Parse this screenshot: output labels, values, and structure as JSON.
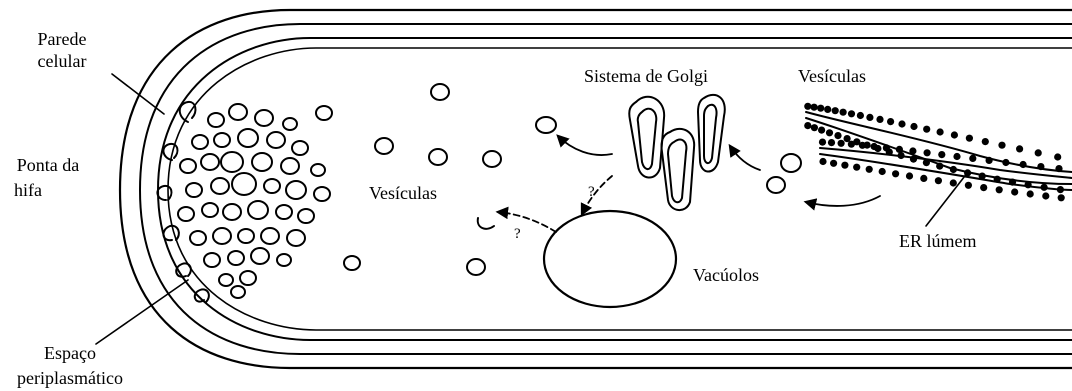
{
  "labels": {
    "parede_line1": "Parede",
    "parede_line2": "celular",
    "ponta_line1": "Ponta da",
    "ponta_line2": "hifa",
    "espaco_line1": "Espaço",
    "espaco_line2": "periplasmático",
    "vesiculas_center": "Vesículas",
    "golgi": "Sistema de Golgi",
    "vesiculas_er": "Vesículas",
    "er_lumen": "ER lúmem",
    "vacuolos": "Vacúolos",
    "question_mark": "?"
  },
  "colors": {
    "ink": "#000000",
    "paper": "#ffffff"
  }
}
